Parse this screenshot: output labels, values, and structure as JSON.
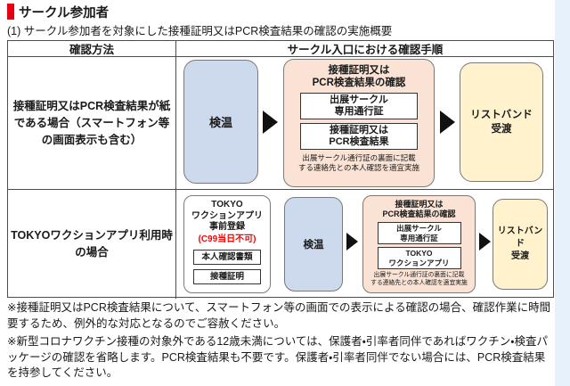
{
  "header": {
    "title": "サークル参加者",
    "subtitle": "(1) サークル参加者を対象にした接種証明又はPCR検査結果の確認の実施概要"
  },
  "table": {
    "col_method": "確認方法",
    "col_procedure": "サークル入口における確認手順"
  },
  "row_paper": {
    "method": "接種証明又はPCR検査結果が紙\nである場合（スマートフォン等\nの画面表示も含む）",
    "temp_check": "検温",
    "verify_title": "接種証明又は\nPCR検査結果の確認",
    "verify_item1": "出展サークル\n専用通行証",
    "verify_item2": "接種証明又は\nPCR検査結果",
    "verify_note": "出展サークル通行証の裏面に記載\nする連絡先との本人確認を適宜実施",
    "wristband": "リストバンド\n受渡"
  },
  "row_app": {
    "method": "TOKYOワクションアプリ利用時\nの場合",
    "prereg_title": "TOKYO\nワクションアプリ\n事前登録",
    "prereg_warning": "(C99当日不可)",
    "prereg_item1": "本人確認書類",
    "prereg_item2": "接種証明",
    "temp_check": "検温",
    "verify_title": "接種証明又は\nPCR検査結果の確認",
    "verify_item1": "出展サークル\n専用通行証",
    "verify_item2": "TOKYO\nワクションアプリ",
    "verify_note": "出展サークル通行証の裏面に記載\nする連絡先との本人確認を適宜実施",
    "wristband": "リストバンド\n受渡"
  },
  "notes": [
    "※接種証明又はPCR検査結果について、スマートフォン等の画面での表示による確認の場合、確認作業に時間要するため、例外的な対応となるのでご容赦ください。",
    "※新型コロナワクチン接種の対象外である12歳未満については、保護者・引率者同伴であればワクチン・検査パッケージの確認を省略します。PCR検査結果も不要です。保護者・引率者同伴でない場合には、PCR検査結果を持参してください。"
  ],
  "colors": {
    "accent_red": "#e60012",
    "warning_red": "#ff0000",
    "box_blue": "#cdd9ec",
    "box_peach": "#fae3d5",
    "box_cream": "#fff2cc",
    "page_margin_blue": "#e7f1fb"
  }
}
